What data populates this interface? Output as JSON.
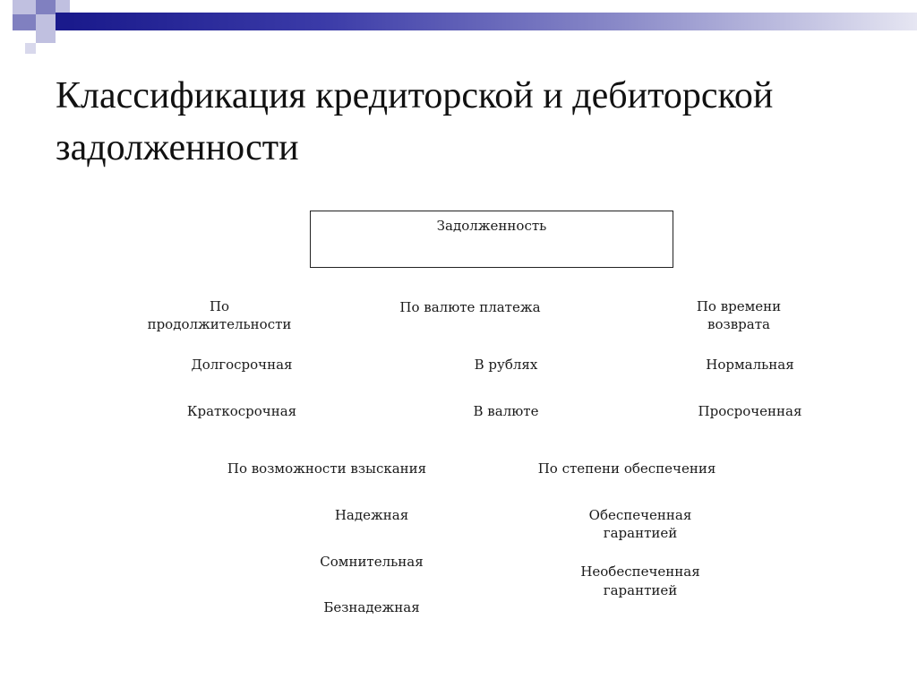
{
  "slide": {
    "title": "Классификация кредиторской и дебиторской задолженности",
    "colors": {
      "band_dark": "#1a1a8c",
      "band_light": "#e6e6f2",
      "square_medium": "#8080c0",
      "square_light": "#c0c0e0"
    }
  },
  "diagram": {
    "root": "Задолженность",
    "groups": [
      {
        "heading_line1": "По",
        "heading_line2": "продолжительности",
        "items": [
          "Долгосрочная",
          "Краткосрочная"
        ]
      },
      {
        "heading_line1": "По валюте платежа",
        "items": [
          "В рублях",
          "В валюте"
        ]
      },
      {
        "heading_line1": "По времени",
        "heading_line2": "возврата",
        "items": [
          "Нормальная",
          "Просроченная"
        ]
      },
      {
        "heading_line1": "По возможности взыскания",
        "items": [
          "Надежная",
          "Сомнительная",
          "Безнадежная"
        ]
      },
      {
        "heading_line1": "По степени обеспечения",
        "items": [
          {
            "line1": "Обеспеченная",
            "line2": "гарантией"
          },
          {
            "line1": "Необеспеченная",
            "line2": "гарантией"
          }
        ]
      }
    ]
  }
}
